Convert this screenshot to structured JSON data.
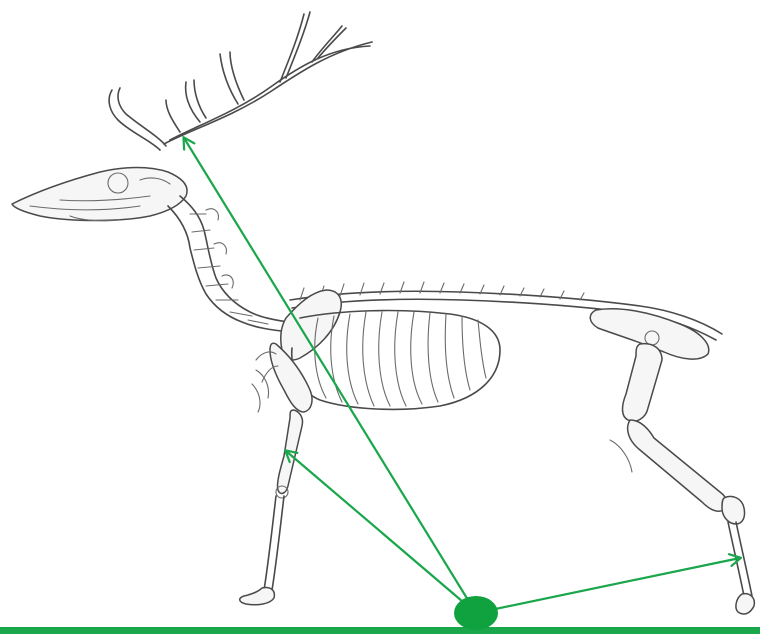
{
  "diagram": {
    "subject": "deer-skeleton",
    "colors": {
      "arrow": "#1aa64b",
      "ground": "#1aa64b",
      "origin_point": "#0fa23f",
      "bone_stroke": "#4a4a4a",
      "background": "#ffffff"
    },
    "arrows": [
      {
        "name": "arrow-to-antler-base"
      },
      {
        "name": "arrow-to-foreleg-joint"
      },
      {
        "name": "arrow-to-hind-hoof"
      }
    ]
  }
}
